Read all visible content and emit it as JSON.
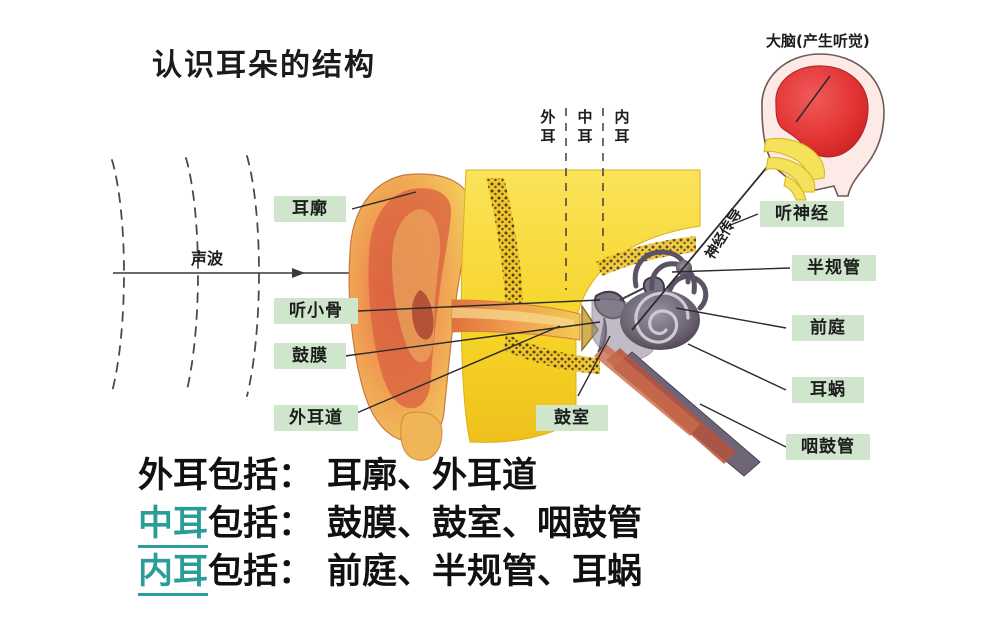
{
  "page": {
    "title": "认识耳朵的结构",
    "background_color": "#ffffff"
  },
  "colors": {
    "label_background": "#cfe6cd",
    "label_text": "#1d1d1d",
    "highlight_teal": "#2a9d99",
    "body_text": "#111111",
    "brain_red": "#e83b3b",
    "ear_yellow": "#f5d020",
    "ear_orange": "#e8853a",
    "cochlea_grey": "#6b6270",
    "leader_line": "#3a3a3a"
  },
  "diagram": {
    "sound_wave_label": "声波",
    "nerve_conduction_label": "神经传导",
    "brain_label": "大脑(产生听觉)",
    "sections": [
      {
        "name": "outer-ear",
        "chars": [
          "外",
          "耳"
        ]
      },
      {
        "name": "middle-ear",
        "chars": [
          "中",
          "耳"
        ]
      },
      {
        "name": "inner-ear",
        "chars": [
          "内",
          "耳"
        ]
      }
    ],
    "left_labels": [
      {
        "id": "auricle",
        "text": "耳廓"
      },
      {
        "id": "ossicles",
        "text": "听小骨"
      },
      {
        "id": "eardrum",
        "text": "鼓膜"
      },
      {
        "id": "ear-canal",
        "text": "外耳道"
      }
    ],
    "center_labels": [
      {
        "id": "tympanic-cavity",
        "text": "鼓室"
      }
    ],
    "right_labels": [
      {
        "id": "auditory-nerve",
        "text": "听神经"
      },
      {
        "id": "semicircular-canals",
        "text": "半规管"
      },
      {
        "id": "vestibule",
        "text": "前庭"
      },
      {
        "id": "cochlea",
        "text": "耳蜗"
      },
      {
        "id": "eustachian-tube",
        "text": "咽鼓管"
      }
    ]
  },
  "summary": {
    "lines": [
      {
        "id": "outer-ear-line",
        "subject": "外耳",
        "subject_highlighted": false,
        "connector": "包括：",
        "items": "耳廓、外耳道"
      },
      {
        "id": "middle-ear-line",
        "subject": "中耳",
        "subject_highlighted": true,
        "connector": "包括：",
        "items": "鼓膜、鼓室、咽鼓管"
      },
      {
        "id": "inner-ear-line",
        "subject": "内耳",
        "subject_highlighted": true,
        "connector": "包括：",
        "items": "前庭、半规管、耳蜗"
      }
    ]
  }
}
